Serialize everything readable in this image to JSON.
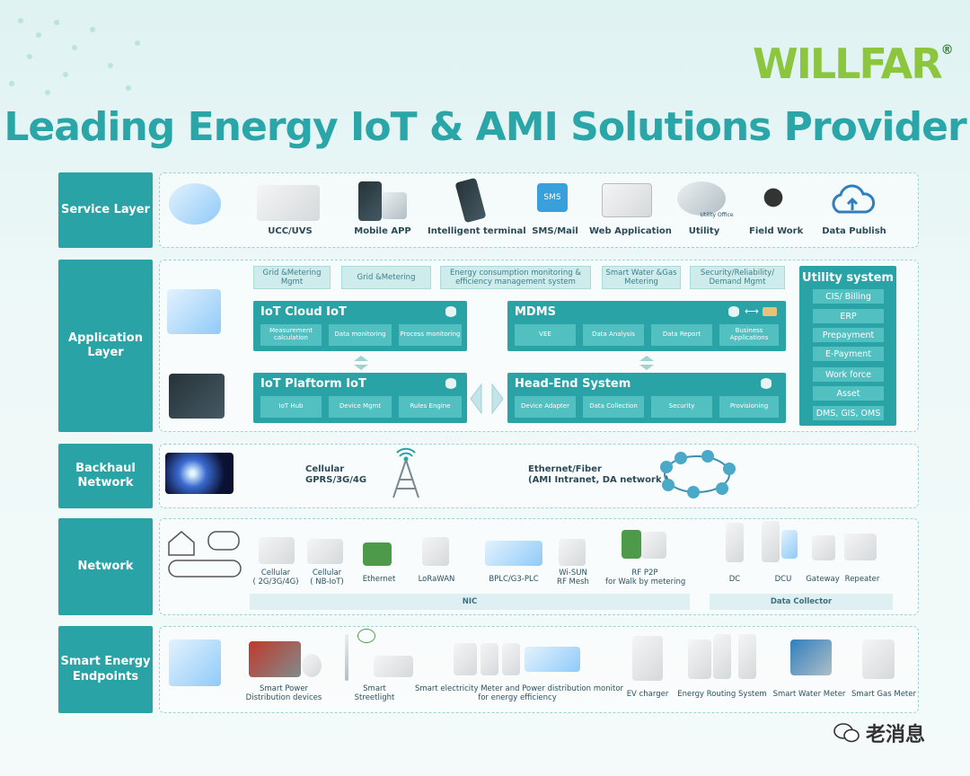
{
  "logo": "WILLFAR",
  "logo_mark": "®",
  "title": "Leading Energy IoT & AMI Solutions Provider",
  "layers": {
    "service": "Service Layer",
    "application": "Application Layer",
    "backhaul": "Backhaul Network",
    "network": "Network",
    "endpoints": "Smart Energy Endpoints"
  },
  "service_items": [
    "UCC/UVS",
    "Mobile APP",
    "Intelligent terminal",
    "SMS/Mail",
    "Web Application",
    "Utility",
    "Field Work",
    "Data Publish"
  ],
  "sms_icon_text": "SMS",
  "utility_office_text": "Utility Office",
  "app_tags": [
    "Grid &Metering Mgmt",
    "Grid &Metering",
    "Energy consumption monitoring & efficiency management system",
    "Smart Water &Gas Metering",
    "Security/Reliability/ Demand Mgmt"
  ],
  "iot_cloud": {
    "title": "IoT Cloud   IoT",
    "subs": [
      "Measurement calculation",
      "Data monitoring",
      "Process monitoring"
    ]
  },
  "mdms": {
    "title": "MDMS",
    "subs": [
      "VEE",
      "Data Analysis",
      "Data Report",
      "Business Applications"
    ]
  },
  "iot_platform": {
    "title": "IoT Plaftorm   IoT",
    "subs": [
      "IoT Hub",
      "Device Mgmt",
      "Rules Engine"
    ]
  },
  "head_end": {
    "title": "Head-End System",
    "subs": [
      "Device Adapter",
      "Data Collection",
      "Security",
      "Provisioning"
    ]
  },
  "utility_system": {
    "title": "Utility system",
    "items": [
      "CIS/ Billing",
      "ERP",
      "Prepayment",
      "E-Payment",
      "Work force",
      "Asset",
      "DMS, GIS, OMS"
    ]
  },
  "backhaul": {
    "cellular": "Cellular\nGPRS/3G/4G",
    "ethernet": "Ethernet/Fiber\n(AMI Intranet, DA network )"
  },
  "network_items": [
    "Cellular\n( 2G/3G/4G)",
    "Cellular\n( NB-IoT)",
    "Ethernet",
    "LoRaWAN",
    "BPLC/G3-PLC",
    "Wi-SUN\nRF Mesh",
    "RF P2P\nfor Walk by metering",
    "DC",
    "DCU",
    "Gateway",
    "Repeater"
  ],
  "nic": "NIC",
  "data_collector": "Data Collector",
  "endpoint_items": [
    "Smart Power\nDistribution devices",
    "Smart\nStreetlight",
    "Smart electricity Meter and Power distribution monitor\nfor energy efficiency",
    "EV charger",
    "Energy Routing System",
    "Smart Water Meter",
    "Smart Gas Meter"
  ],
  "watermark": "老消息",
  "colors": {
    "accent": "#2aa3a6",
    "sub_block": "#52bfc0",
    "logo_green": "#8cc63f",
    "title_teal": "#2aa6a8"
  }
}
